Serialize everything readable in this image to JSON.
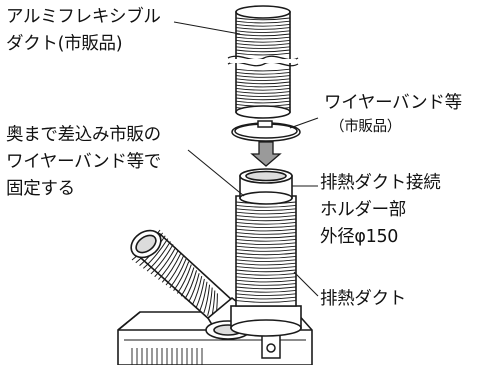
{
  "labels": {
    "flex_duct_line1": "アルミフレキシブル",
    "flex_duct_line2": "ダクト(市販品)",
    "wire_band": "ワイヤーバンド等",
    "wire_band_note": "（市販品）",
    "instruction_line1": "奥まで差込み市販の",
    "instruction_line2": "ワイヤーバンド等で",
    "instruction_line3": "固定する",
    "holder_line1": "排熱ダクト接続",
    "holder_line2": "ホルダー部",
    "holder_line3": "外径φ150",
    "exhaust_duct": "排熱ダクト"
  },
  "colors": {
    "line": "#1a1a1a",
    "duct_fill": "#ffffff",
    "shade": "#dcdcdc",
    "arrow": "#9a9a9a"
  }
}
